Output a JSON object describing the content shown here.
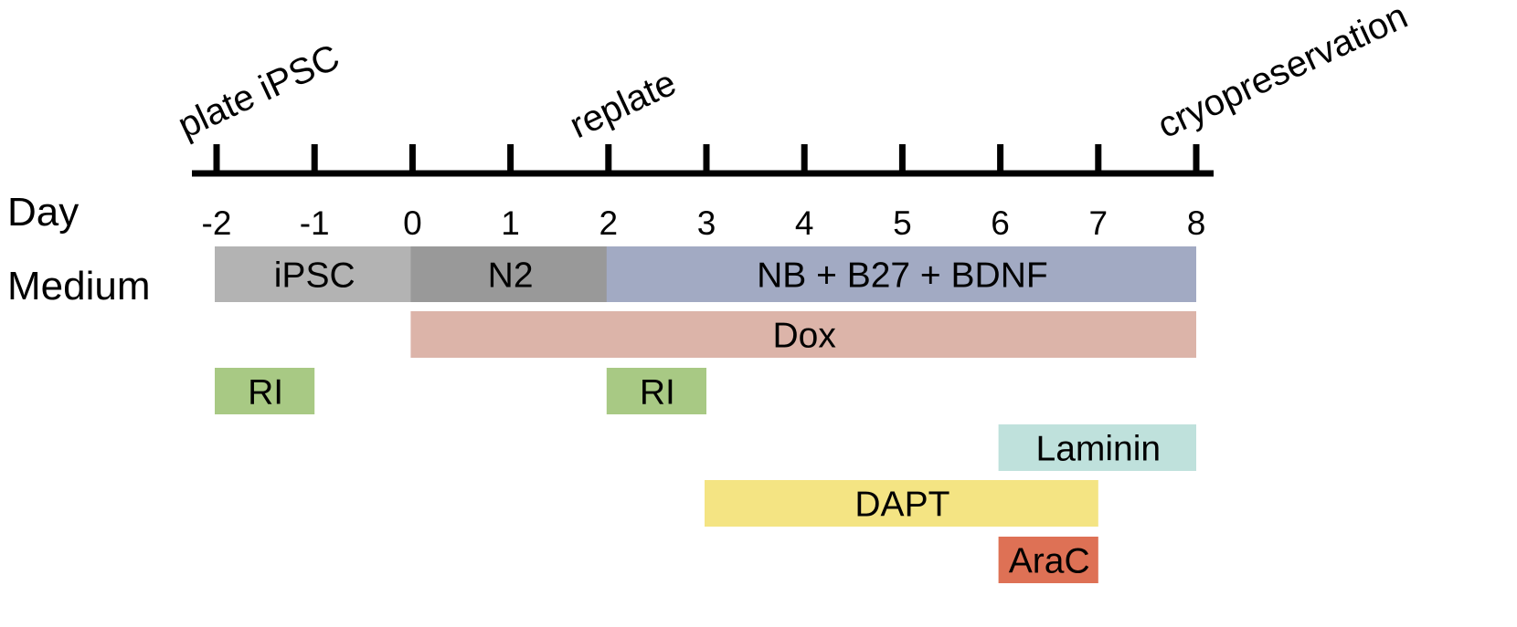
{
  "events": [
    {
      "label": "plate iPSC",
      "day": -2
    },
    {
      "label": "replate",
      "day": 2
    },
    {
      "label": "cryopreservation",
      "day": 8
    }
  ],
  "axis": {
    "row_label": "Day",
    "ticks": [
      "-2",
      "-1",
      "0",
      "1",
      "2",
      "3",
      "4",
      "5",
      "6",
      "7",
      "8"
    ],
    "min_day": -2,
    "max_day": 8
  },
  "medium_label": "Medium",
  "bars": [
    {
      "label": "iPSC",
      "start": -2,
      "end": 0,
      "row": 0,
      "color": "#b3b3b3"
    },
    {
      "label": "N2",
      "start": 0,
      "end": 2,
      "row": 0,
      "color": "#999999"
    },
    {
      "label": "NB + B27 + BDNF",
      "start": 2,
      "end": 8,
      "row": 0,
      "color": "#a2aac3"
    },
    {
      "label": "Dox",
      "start": 0,
      "end": 8,
      "row": 1,
      "color": "#dcb4a9"
    },
    {
      "label": "RI",
      "start": -2,
      "end": -1,
      "row": 2,
      "color": "#a8c984"
    },
    {
      "label": "RI",
      "start": 2,
      "end": 3,
      "row": 2,
      "color": "#a8c984"
    },
    {
      "label": "Laminin",
      "start": 6,
      "end": 8,
      "row": 3,
      "color": "#bfe1dc"
    },
    {
      "label": "DAPT",
      "start": 3,
      "end": 7,
      "row": 4,
      "color": "#f4e483"
    },
    {
      "label": "AraC",
      "start": 6,
      "end": 7,
      "row": 5,
      "color": "#de7155"
    }
  ],
  "colors": {
    "axis": "#000000",
    "text": "#000000"
  }
}
